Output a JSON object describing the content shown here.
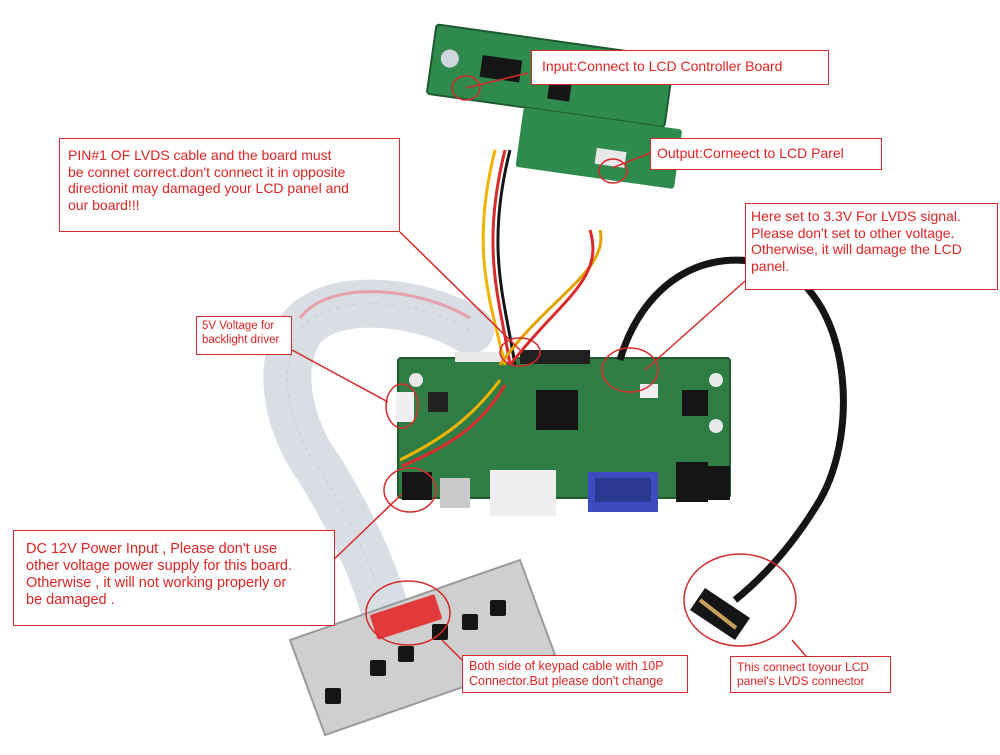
{
  "annotations": {
    "input": "Input:Connect to LCD Controller Board",
    "output": "Output:Corneect to LCD Parel",
    "pin": "PIN#1 OF LVDS cable and the board must\nbe connet correct.don't connect it in opposite\ndirectionit may damaged your LCD panel and\nour board!!!",
    "voltage_lvds": "Here set to 3.3V For LVDS signal.\nPlease don't set to other voltage.\nOtherwise, it will damage the LCD\npanel.",
    "backlight": "5V Voltage for\nbacklight driver",
    "power": "DC 12V Power Input , Please don't use\nother voltage power supply for this board.\nOtherwise , it will not working properly or\nbe damaged .",
    "keypad": "Both side of keypad cable with 10P\nConnector.But please don't change",
    "lvds_connector": "This connect toyour LCD\npanel's LVDS connector"
  },
  "colors": {
    "annotation_red": "#e02323",
    "pcb_green": "#2f7d45",
    "cable_black": "#151515"
  }
}
